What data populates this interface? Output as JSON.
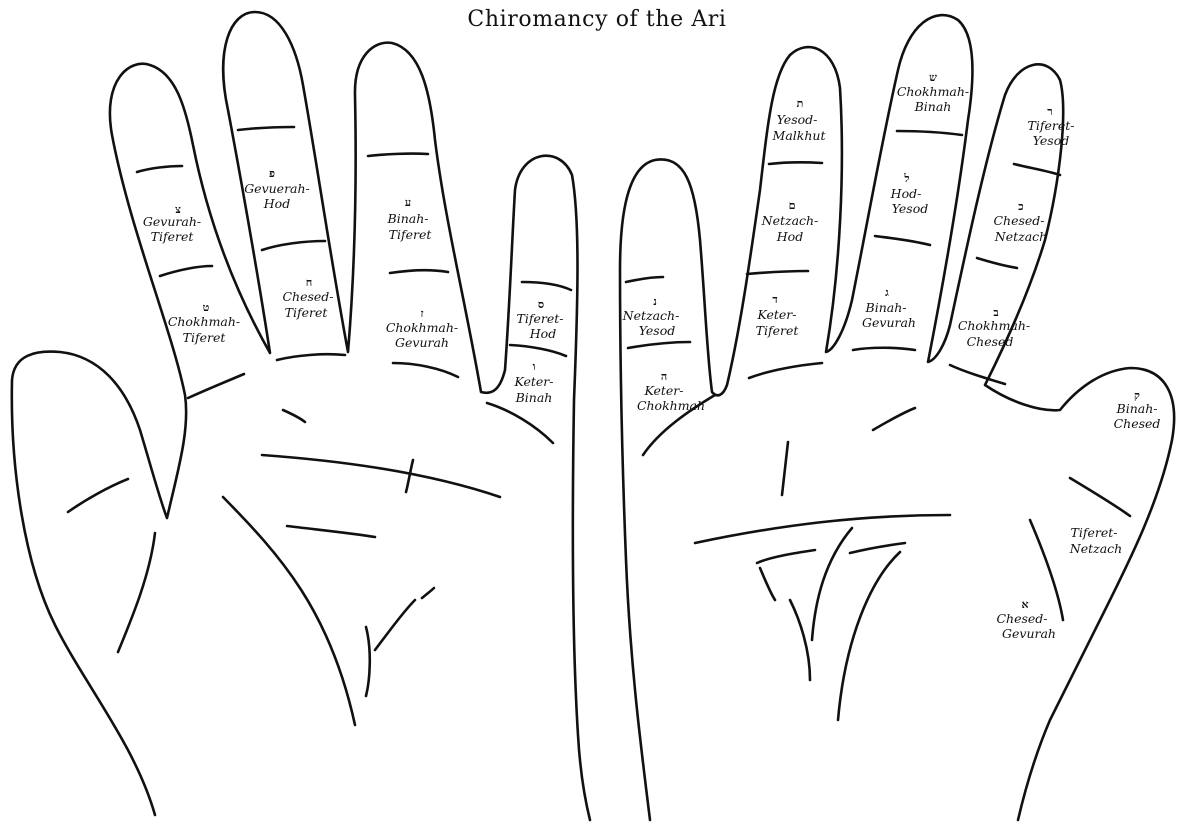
{
  "title": "Chiromancy of the Ari",
  "left_hand": {
    "pinky": [
      {
        "letter": "צ",
        "lines": [
          "Gevurah-",
          "Tiferet"
        ]
      },
      {
        "letter": "ט",
        "lines": [
          "Chokhmah-",
          "Tiferet"
        ]
      }
    ],
    "ring": [
      {
        "letter": "פ",
        "lines": [
          "Gevuerah-",
          "Hod"
        ]
      },
      {
        "letter": "ח",
        "lines": [
          "Chesed-",
          "Tiferet"
        ]
      }
    ],
    "middle": [
      {
        "letter": "ע",
        "lines": [
          "Binah-",
          "Tiferet"
        ]
      },
      {
        "letter": "ז",
        "lines": [
          "Chokhmah-",
          "Gevurah"
        ]
      }
    ],
    "index": [
      {
        "letter": "ס",
        "lines": [
          "Tiferet-",
          "Hod"
        ]
      },
      {
        "letter": "ו",
        "lines": [
          "Keter-",
          "Binah"
        ]
      }
    ]
  },
  "right_hand": {
    "index": [
      {
        "letter": "נ",
        "lines": [
          "Netzach-",
          "Yesod"
        ]
      },
      {
        "letter": "ה",
        "lines": [
          "Keter-",
          "Chokhmah"
        ]
      }
    ],
    "middle": [
      {
        "letter": "ת",
        "lines": [
          "Yesod-",
          "Malkhut"
        ]
      },
      {
        "letter": "ם",
        "lines": [
          "Netzach-",
          "Hod"
        ]
      },
      {
        "letter": "ד",
        "lines": [
          "Keter-",
          "Tiferet"
        ]
      }
    ],
    "ring": [
      {
        "letter": "ש",
        "lines": [
          "Chokhmah-",
          "Binah"
        ]
      },
      {
        "letter": "ל",
        "lines": [
          "Hod-",
          "Yesod"
        ]
      },
      {
        "letter": "ג",
        "lines": [
          "Binah-",
          "Gevurah"
        ]
      }
    ],
    "pinky": [
      {
        "letter": "ר",
        "lines": [
          "Tiferet-",
          "Yesod"
        ]
      },
      {
        "letter": "כ",
        "lines": [
          "Chesed-",
          "Netzach"
        ]
      },
      {
        "letter": "ב",
        "lines": [
          "Chokhmah-",
          "Chesed"
        ]
      }
    ],
    "thumb": [
      {
        "letter": "ק",
        "lines": [
          "Binah-",
          "Chesed"
        ]
      },
      {
        "letter": "",
        "lines": [
          "Tiferet-",
          "Netzach"
        ]
      },
      {
        "letter": "א",
        "lines": [
          "Chesed-",
          "Gevurah"
        ]
      }
    ]
  }
}
